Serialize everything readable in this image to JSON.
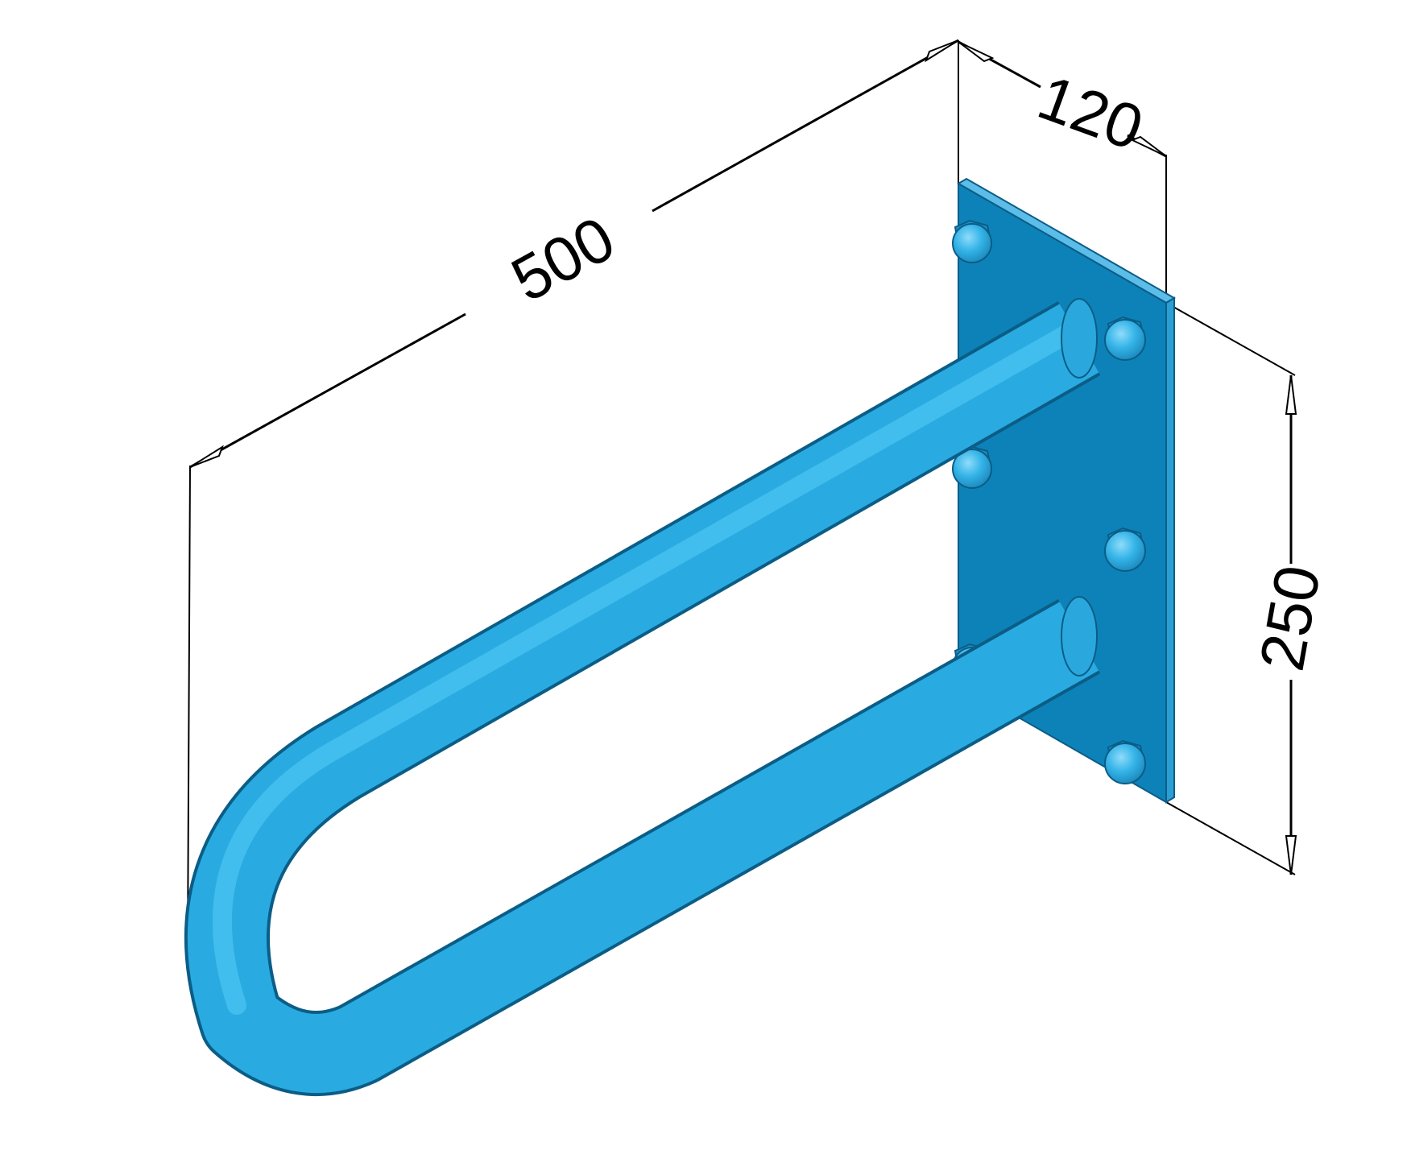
{
  "dimensions": {
    "length": "500",
    "depth": "120",
    "height": "250"
  },
  "colors": {
    "tube": "#29abe2",
    "tube_dark": "#1d8fc4",
    "tube_light": "#4cc3f0",
    "plate_face": "#0d82b8",
    "plate_edge": "#3aa8dc",
    "bolt": "#3fb8ea",
    "line": "#000000"
  }
}
